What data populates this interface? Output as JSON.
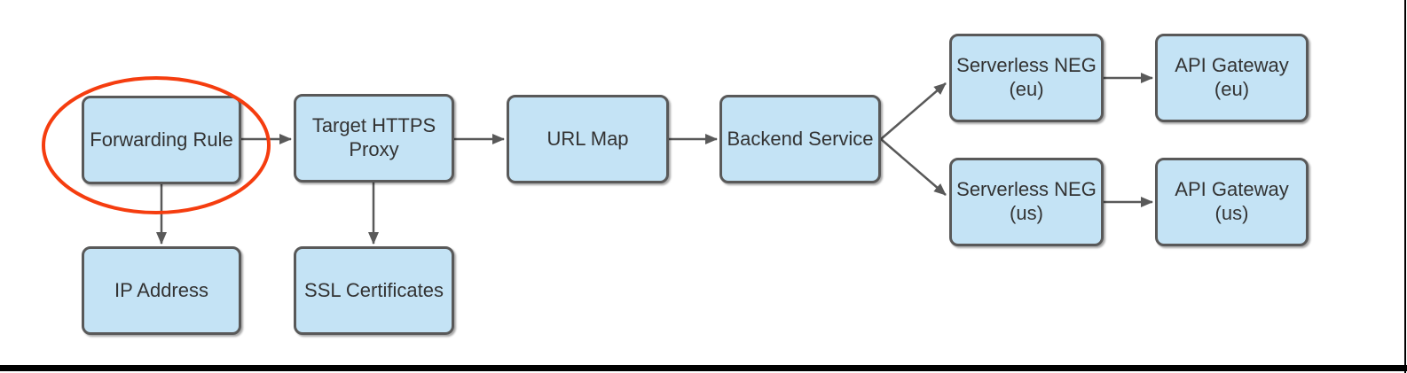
{
  "diagram": {
    "nodes": [
      {
        "id": "forwarding-rule",
        "label": "Forwarding Rule"
      },
      {
        "id": "target-https-proxy",
        "label": "Target HTTPS\nProxy"
      },
      {
        "id": "url-map",
        "label": "URL Map"
      },
      {
        "id": "backend-service",
        "label": "Backend Service"
      },
      {
        "id": "serverless-neg-eu",
        "label": "Serverless NEG\n(eu)"
      },
      {
        "id": "api-gateway-eu",
        "label": "API Gateway\n(eu)"
      },
      {
        "id": "serverless-neg-us",
        "label": "Serverless NEG\n(us)"
      },
      {
        "id": "api-gateway-us",
        "label": "API Gateway\n(us)"
      },
      {
        "id": "ip-address",
        "label": "IP Address"
      },
      {
        "id": "ssl-certificates",
        "label": "SSL Certificates"
      }
    ],
    "edges": [
      {
        "from": "forwarding-rule",
        "to": "target-https-proxy"
      },
      {
        "from": "target-https-proxy",
        "to": "url-map"
      },
      {
        "from": "url-map",
        "to": "backend-service"
      },
      {
        "from": "backend-service",
        "to": "serverless-neg-eu"
      },
      {
        "from": "backend-service",
        "to": "serverless-neg-us"
      },
      {
        "from": "serverless-neg-eu",
        "to": "api-gateway-eu"
      },
      {
        "from": "serverless-neg-us",
        "to": "api-gateway-us"
      },
      {
        "from": "forwarding-rule",
        "to": "ip-address"
      },
      {
        "from": "target-https-proxy",
        "to": "ssl-certificates"
      }
    ],
    "annotation": {
      "shape": "ellipse",
      "highlights": "Forwarding Rule",
      "color": "#f53d0f"
    },
    "colors": {
      "node_fill": "#c4e3f5",
      "node_border": "#595959",
      "arrow": "#595959",
      "text": "#333333"
    }
  }
}
